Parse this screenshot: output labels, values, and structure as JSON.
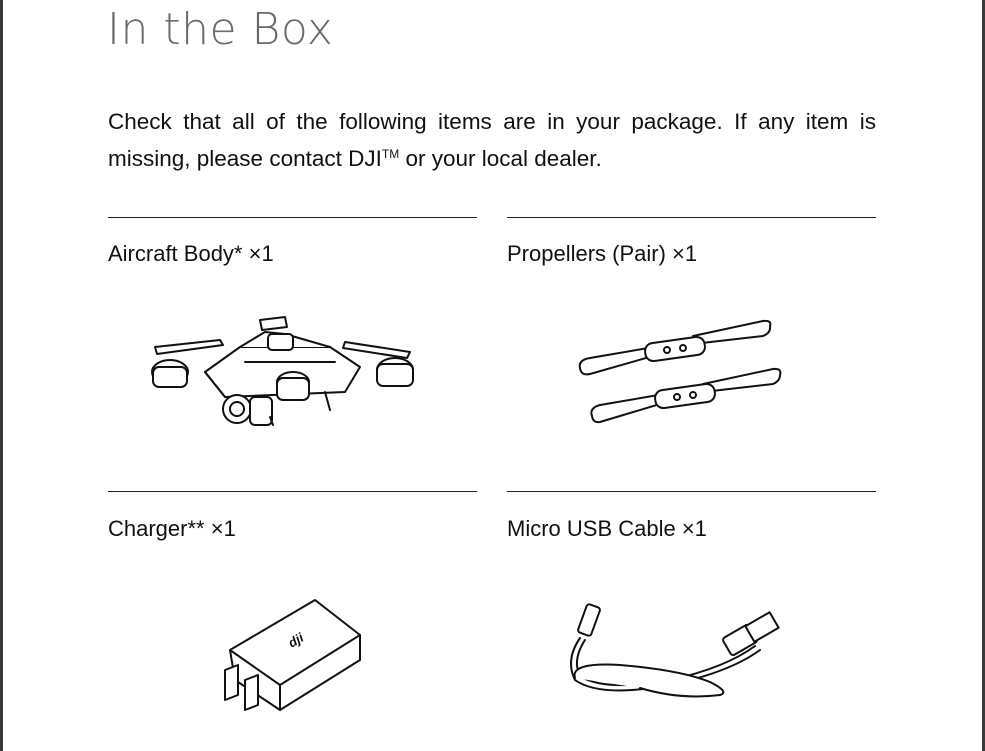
{
  "title": "In the Box",
  "intro": {
    "text_before": "Check that all of the following items are in your package. If any item is missing, please contact DJI",
    "trademark": "TM",
    "text_after": " or your local dealer."
  },
  "items": [
    {
      "label": "Aircraft Body* ×1",
      "icon": "aircraft-icon"
    },
    {
      "label": "Propellers (Pair) ×1",
      "icon": "propellers-icon"
    },
    {
      "label": "Charger** ×1",
      "icon": "charger-icon"
    },
    {
      "label": "Micro USB Cable ×1",
      "icon": "usb-cable-icon"
    }
  ],
  "charger_logo": "dji"
}
